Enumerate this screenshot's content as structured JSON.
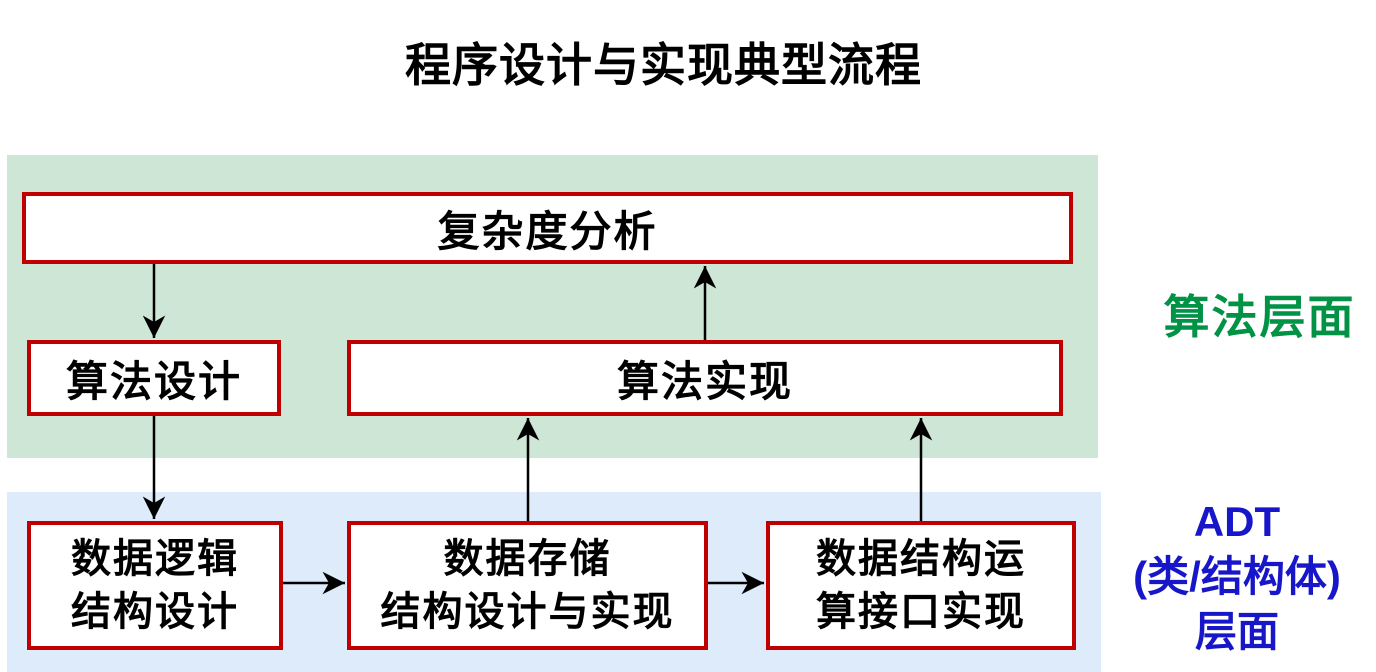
{
  "title": "程序设计与实现典型流程",
  "layers": {
    "algorithm": {
      "label": "算法层面",
      "band_color": "#cde6d6",
      "label_color": "#009245"
    },
    "adt": {
      "label_line1": "ADT",
      "label_line2": "(类/结构体)",
      "label_line3": "层面",
      "band_color": "#ddebfa",
      "label_color": "#1717c9"
    }
  },
  "boxes": {
    "complexity": {
      "label": "复杂度分析"
    },
    "algo_design": {
      "label": "算法设计"
    },
    "algo_impl": {
      "label": "算法实现"
    },
    "data_logic": {
      "line1": "数据逻辑",
      "line2": "结构设计"
    },
    "data_storage": {
      "line1": "数据存储",
      "line2": "结构设计与实现"
    },
    "data_ops": {
      "line1": "数据结构运",
      "line2": "算接口实现"
    }
  },
  "colors": {
    "box_border": "#c00000",
    "box_fill": "#ffffff",
    "arrow": "#000000",
    "title_text": "#000000"
  }
}
